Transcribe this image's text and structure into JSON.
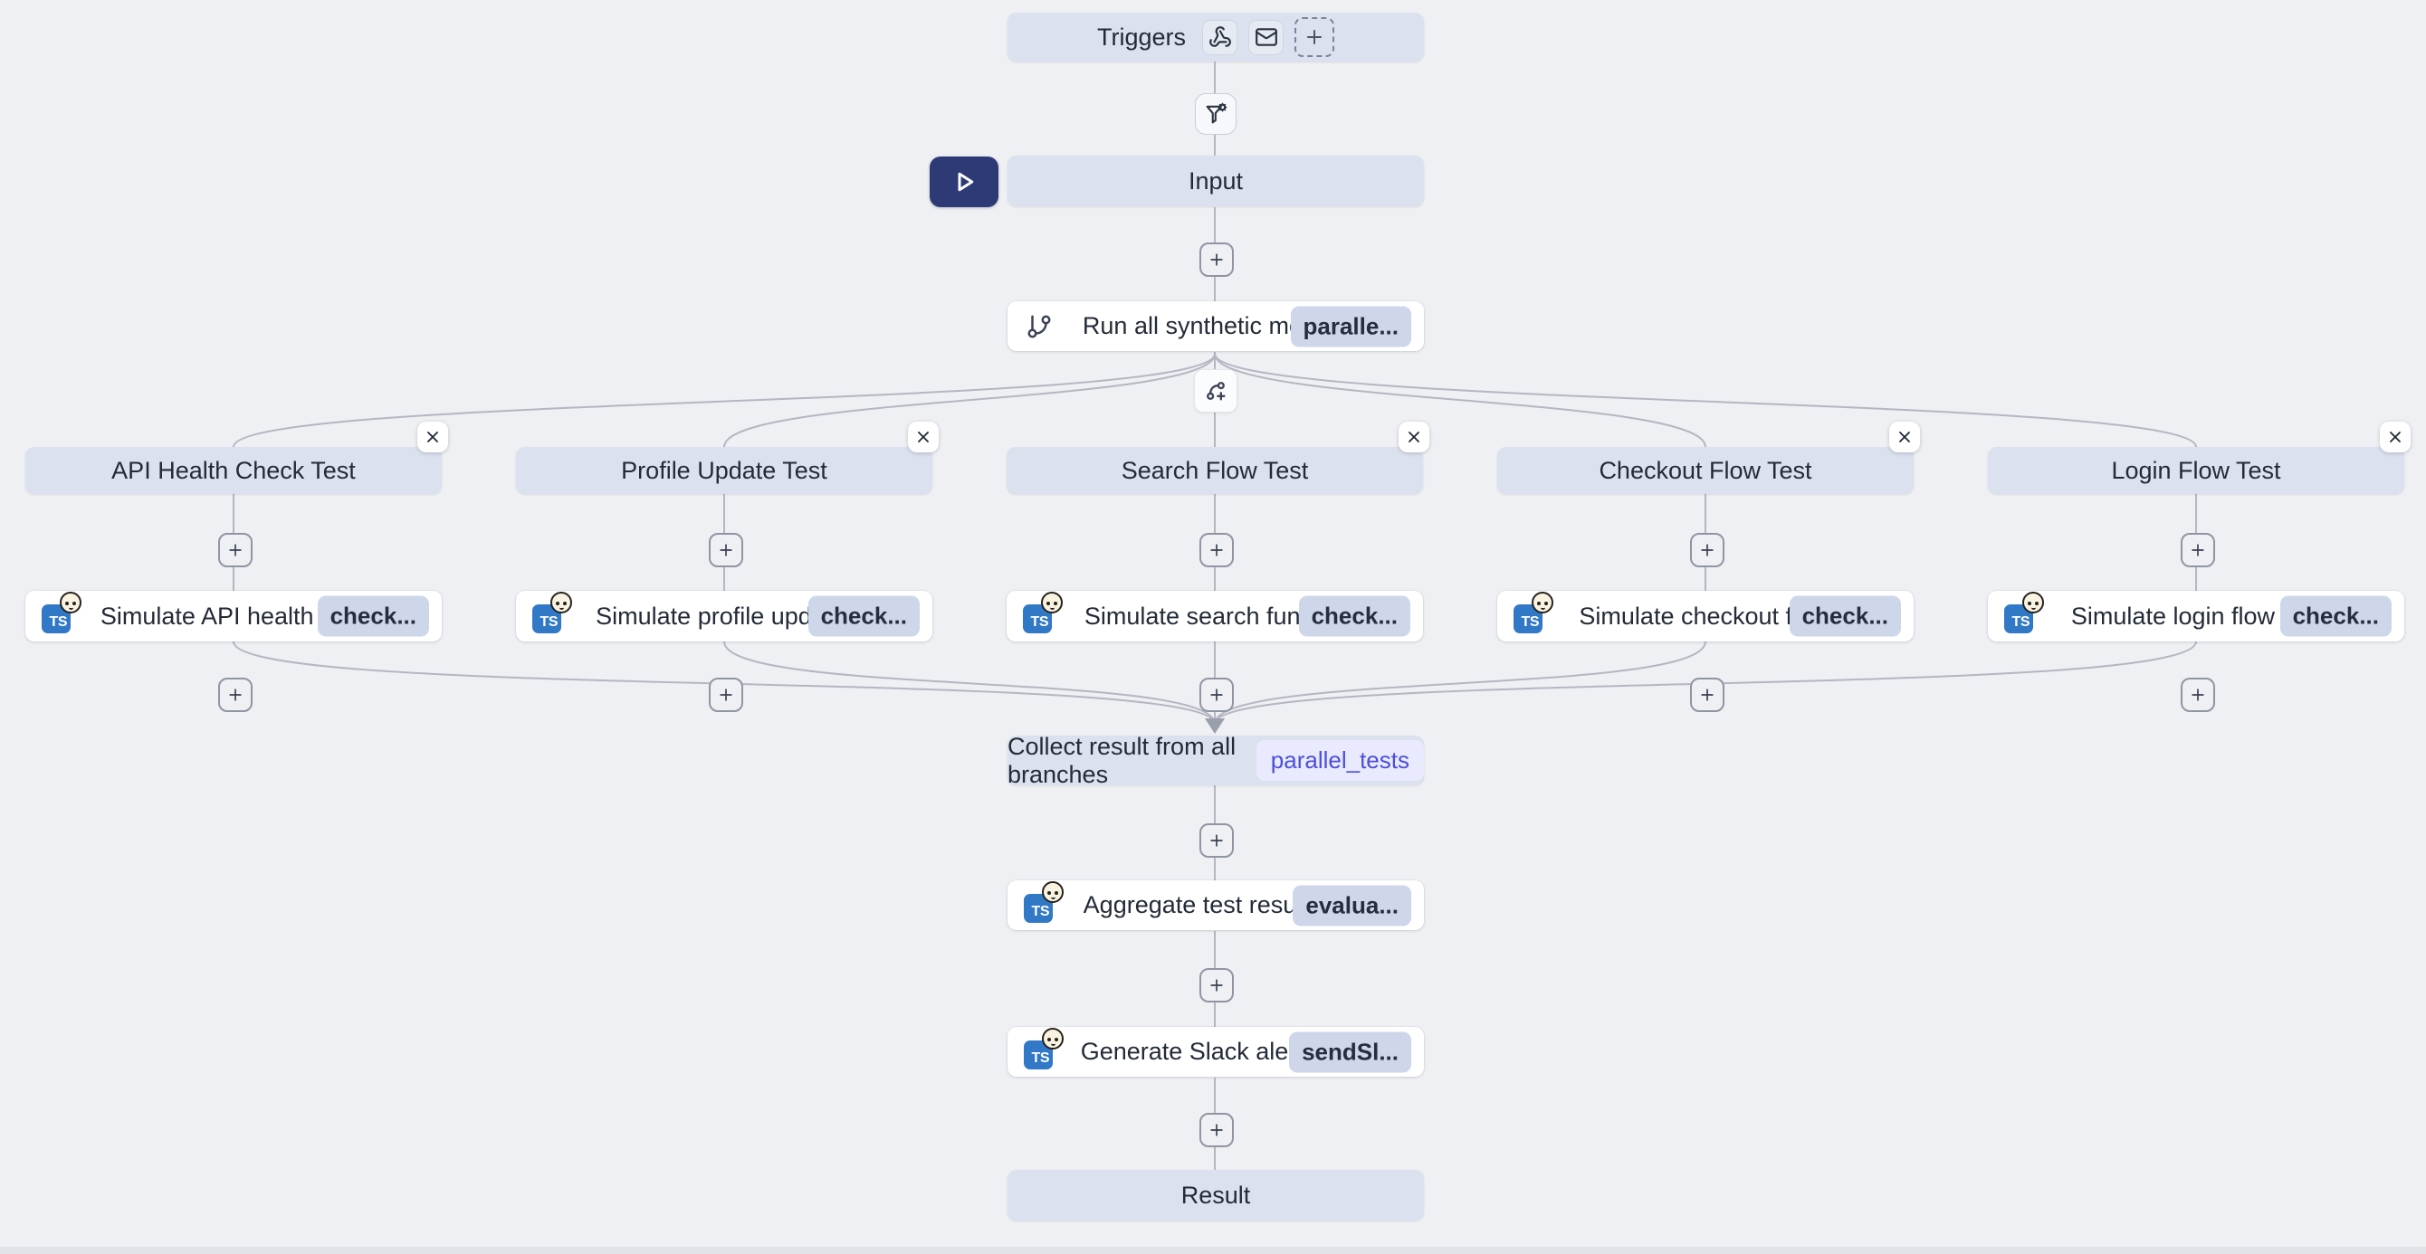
{
  "canvas": {
    "background": "#eef0f3",
    "connector_color": "#b3b7c1"
  },
  "colors": {
    "node_bar": "#dbe1ee",
    "card": "#ffffff",
    "badge_gray_bg": "#ced6ea",
    "badge_gray_text": "#252e3f",
    "badge_indigo_bg": "#e9eafd",
    "badge_indigo_text": "#4c4fdb",
    "play_button": "#2e3a75",
    "ts_icon_blue": "#3178c6"
  },
  "triggers": {
    "label": "Triggers",
    "icons": [
      "webhook-icon",
      "mail-icon",
      "add-trigger-icon"
    ]
  },
  "input_node": {
    "label": "Input"
  },
  "run_step": {
    "title": "Run all synthetic monit...",
    "badge": "paralle...",
    "icon": "git-branch-icon"
  },
  "branches": [
    {
      "title": "API Health Check Test",
      "step": {
        "title": "Simulate API health ch...",
        "badge": "check...",
        "icon": "typescript-bun-icon"
      }
    },
    {
      "title": "Profile Update Test",
      "step": {
        "title": "Simulate profile updat...",
        "badge": "check...",
        "icon": "typescript-bun-icon"
      }
    },
    {
      "title": "Search Flow Test",
      "step": {
        "title": "Simulate search functi...",
        "badge": "check...",
        "icon": "typescript-bun-icon"
      }
    },
    {
      "title": "Checkout Flow Test",
      "step": {
        "title": "Simulate checkout flo...",
        "badge": "check...",
        "icon": "typescript-bun-icon"
      }
    },
    {
      "title": "Login Flow Test",
      "step": {
        "title": "Simulate login flow test",
        "badge": "check...",
        "icon": "typescript-bun-icon"
      }
    }
  ],
  "collect_step": {
    "title": "Collect result from all branches",
    "badge": "parallel_tests"
  },
  "aggregate_step": {
    "title": "Aggregate test results ...",
    "badge": "evalua...",
    "icon": "typescript-bun-icon"
  },
  "slack_step": {
    "title": "Generate Slack alert m...",
    "badge": "sendSl...",
    "icon": "typescript-bun-icon"
  },
  "result_node": {
    "label": "Result"
  },
  "ts_icon": {
    "label": "TS"
  }
}
